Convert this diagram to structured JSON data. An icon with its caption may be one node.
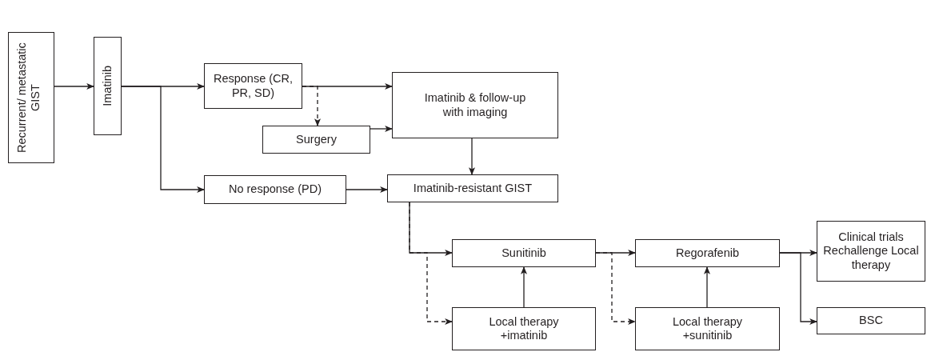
{
  "diagram": {
    "nodes": [
      {
        "text": [
          "Recurrent/ metastatic GIST"
        ]
      },
      {
        "text": [
          "Imatinib"
        ]
      },
      {
        "text": [
          "Response (CR, PR, SD)"
        ]
      },
      {
        "text": [
          "Imatinib & follow-up with imaging"
        ]
      },
      {
        "text": [
          "Surgery"
        ]
      },
      {
        "text": [
          "No response (PD)"
        ]
      },
      {
        "text": [
          "Imatinib-resistant GIST"
        ]
      },
      {
        "text": [
          "Sunitinib"
        ]
      },
      {
        "text": [
          "Local therapy +imatinib"
        ]
      },
      {
        "text": [
          "Regorafenib"
        ]
      },
      {
        "text": [
          "Local therapy +sunitinib"
        ]
      },
      {
        "text": [
          "Clinical trials Rechallenge Local therapy"
        ]
      },
      {
        "text": [
          "BSC"
        ]
      }
    ],
    "edges": [
      {
        "from": 0,
        "to": 1,
        "arrow": "to"
      },
      {
        "from": 1,
        "to": 2,
        "arrow": "to"
      },
      {
        "from": 1,
        "to": 5,
        "arrow": "to"
      },
      {
        "from": 2,
        "to": 3,
        "arrow": "to"
      },
      {
        "from": 2,
        "to": 4,
        "arrow": "to",
        "style": "dashed"
      },
      {
        "from": 4,
        "to": 3,
        "arrow": "to"
      },
      {
        "from": 3,
        "to": 6,
        "arrow": "to"
      },
      {
        "from": 5,
        "to": 6,
        "arrow": "to"
      },
      {
        "from": 6,
        "to": 7,
        "arrow": "to"
      },
      {
        "from": 6,
        "to": 8,
        "arrow": "to",
        "style": "dashed"
      },
      {
        "from": 8,
        "to": 7,
        "arrow": "to"
      },
      {
        "from": 7,
        "to": 9,
        "arrow": "to"
      },
      {
        "from": 7,
        "to": 10,
        "arrow": "to",
        "style": "dashed"
      },
      {
        "from": 10,
        "to": 9,
        "arrow": "to"
      },
      {
        "from": 9,
        "to": 11,
        "arrow": "to"
      },
      {
        "from": 9,
        "to": 12,
        "arrow": "to"
      }
    ]
  }
}
